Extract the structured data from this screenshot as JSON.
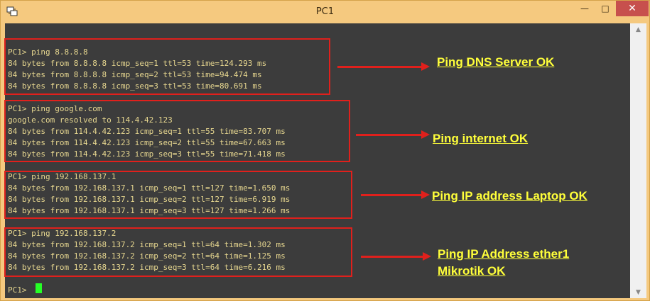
{
  "window": {
    "title": "PC1",
    "controls": {
      "minimize": "—",
      "maximize": "□",
      "close": "✕"
    },
    "scroll_up": "▲",
    "scroll_down": "▼"
  },
  "terminal": {
    "lines": [
      "PC1> ping 8.8.8.8",
      "84 bytes from 8.8.8.8 icmp_seq=1 ttl=53 time=124.293 ms",
      "84 bytes from 8.8.8.8 icmp_seq=2 ttl=53 time=94.474 ms",
      "84 bytes from 8.8.8.8 icmp_seq=3 ttl=53 time=80.691 ms",
      "PC1> ping google.com",
      "google.com resolved to 114.4.42.123",
      "84 bytes from 114.4.42.123 icmp_seq=1 ttl=55 time=83.707 ms",
      "84 bytes from 114.4.42.123 icmp_seq=2 ttl=55 time=67.663 ms",
      "84 bytes from 114.4.42.123 icmp_seq=3 ttl=55 time=71.418 ms",
      "PC1> ping 192.168.137.1",
      "84 bytes from 192.168.137.1 icmp_seq=1 ttl=127 time=1.650 ms",
      "84 bytes from 192.168.137.1 icmp_seq=2 ttl=127 time=6.919 ms",
      "84 bytes from 192.168.137.1 icmp_seq=3 ttl=127 time=1.266 ms",
      "PC1> ping 192.168.137.2",
      "84 bytes from 192.168.137.2 icmp_seq=1 ttl=64 time=1.302 ms",
      "84 bytes from 192.168.137.2 icmp_seq=2 ttl=64 time=1.125 ms",
      "84 bytes from 192.168.137.2 icmp_seq=3 ttl=64 time=6.216 ms",
      "PC1>"
    ]
  },
  "annotations": {
    "dns": "Ping DNS Server OK",
    "internet": "Ping internet OK",
    "laptop": "Ping IP address Laptop OK",
    "ether1_line1": "Ping IP Address ether1",
    "ether1_line2": "Mikrotik OK"
  },
  "colors": {
    "titlebar": "#f5c97f",
    "terminal_bg": "#3c3c3c",
    "terminal_text": "#e8d890",
    "highlight_box": "#e0201c",
    "annotation_text": "#ffff3a",
    "cursor": "#26ff26"
  }
}
